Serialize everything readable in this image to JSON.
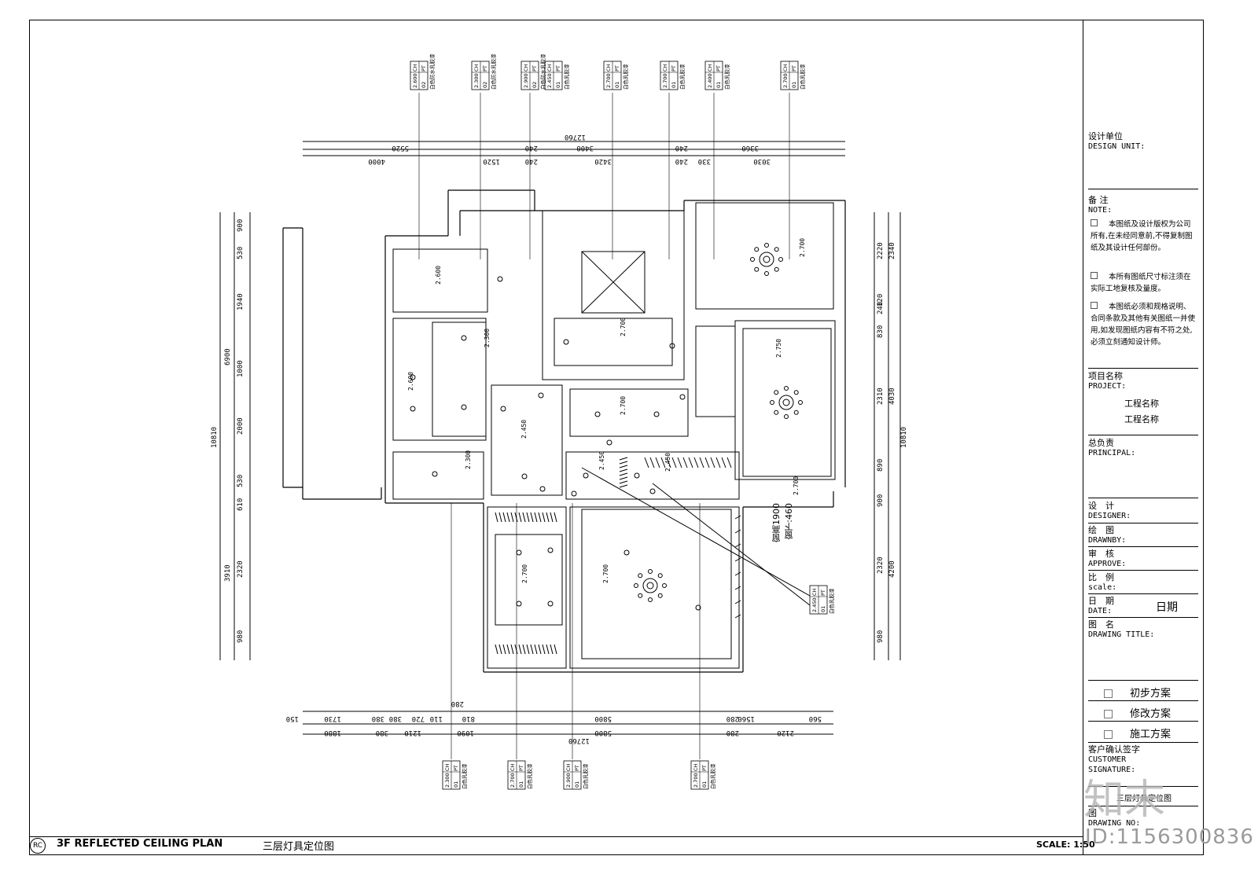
{
  "plan": {
    "title_en": "3F REFLECTED CEILING PLAN",
    "title_cn": "三层灯具定位图",
    "rc_label": "RC",
    "scale": "SCALE: 1:50",
    "top_dims_outer": [
      "12760"
    ],
    "top_dims_mid": [
      "5520",
      "240",
      "3400",
      "240",
      "3360"
    ],
    "top_dims_inner": [
      "4000",
      "1520",
      "240",
      "3420",
      "240",
      "330",
      "3030"
    ],
    "bottom_dims_row1": [
      "150",
      "1730",
      "380",
      "380",
      "720",
      "110",
      "810",
      "5800",
      "280",
      "1560",
      "560"
    ],
    "bottom_dims_row2": [
      "1880",
      "380",
      "1210",
      "1090",
      "5800",
      "280",
      "2120"
    ],
    "bottom_dims_outer": [
      "12760"
    ],
    "bottom_dim_280": "280",
    "left_dims": [
      "900",
      "530",
      "1940",
      "1000",
      "2000",
      "530",
      "610",
      "2320",
      "980"
    ],
    "left_totals": [
      "6900",
      "10810",
      "3910"
    ],
    "right_dims": [
      "2220",
      "120",
      "240",
      "830",
      "2310",
      "890",
      "900",
      "2320",
      "980"
    ],
    "right_totals": [
      "2340",
      "4030",
      "10810",
      "4200"
    ],
    "window_note_1": "窗高1900",
    "window_note_2": "窗下:460",
    "ceiling_heights": [
      "2.600",
      "2.300",
      "2.700",
      "2.600",
      "2.450",
      "2.300",
      "2.450",
      "2.450",
      "2.700",
      "2.700",
      "2.750",
      "2.700",
      "2.700",
      "2.700"
    ],
    "tags_top": [
      {
        "ch": "2.600",
        "pt": "02",
        "mat": "白色防水乳胶漆"
      },
      {
        "ch": "2.300",
        "pt": "02",
        "mat": "白色防水乳胶漆"
      },
      {
        "ch": "2.900",
        "pt": "02",
        "mat": "白色防水乳胶漆",
        "ch2": "2.450",
        "pt2": "01",
        "mat2": "白色乳胶漆"
      },
      {
        "ch": "2.700",
        "pt": "01",
        "mat": "白色乳胶漆"
      },
      {
        "ch": "2.700",
        "pt": "01",
        "mat": "白色乳胶漆"
      },
      {
        "ch": "2.400",
        "pt": "01",
        "mat": "白色乳胶漆"
      },
      {
        "ch": "2.700",
        "pt": "01",
        "mat": "白色乳胶漆"
      }
    ],
    "tags_bottom": [
      {
        "ch": "2.300",
        "pt": "01",
        "mat": "白色乳胶漆"
      },
      {
        "ch": "2.700",
        "pt": "01",
        "mat": "白色乳胶漆"
      },
      {
        "ch": "2.900",
        "pt": "01",
        "mat": "白色乳胶漆"
      },
      {
        "ch": "2.700",
        "pt": "01",
        "mat": "白色乳胶漆"
      }
    ],
    "tag_right": {
      "ch": "2.450",
      "pt": "01",
      "mat": "白色乳胶漆"
    }
  },
  "titleblock": {
    "design_unit_cn": "设计单位",
    "design_unit_en": "DESIGN UNIT:",
    "note_cn": "备 注",
    "note_en": "NOTE:",
    "note_1": "本图纸及设计版权为公司所有,在未经同意前,不得复制图纸及其设计任何部份。",
    "note_2": "本所有图纸尺寸标注须在实际工地复核及量度。",
    "note_3": "本图纸必须和规格说明、合同条款及其他有关图纸一并使用,如发现图纸内容有不符之处,必须立刻通知设计师。",
    "project_cn": "项目名称",
    "project_en": "PROJECT:",
    "project_name_1": "工程名称",
    "project_name_2": "工程名称",
    "principal_cn": "总负责",
    "principal_en": "PRINCIPAL:",
    "designer_cn": "设　计",
    "designer_en": "DESIGNER:",
    "drawnby_cn": "绘　图",
    "drawnby_en": "DRAWNBY:",
    "approve_cn": "审　核",
    "approve_en": "APPROVE:",
    "scale_cn": "比　例",
    "scale_en": "scale:",
    "date_cn": "日　期",
    "date_en": "DATE:",
    "date_value": "日期",
    "drawing_title_cn": "图　名",
    "drawing_title_en": "DRAWING TITLE:",
    "option_1": "初步方案",
    "option_2": "修改方案",
    "option_3": "施工方案",
    "signature_cn": "客户确认签字",
    "signature_en_1": "CUSTOMER",
    "signature_en_2": "SIGNATURE:",
    "drawing_name": "三层灯具定位图",
    "drawing_no_cn": "图",
    "drawing_no_en": "DRAWING NO:"
  },
  "watermark": {
    "logo": "知末",
    "id": "ID:1156300836"
  }
}
